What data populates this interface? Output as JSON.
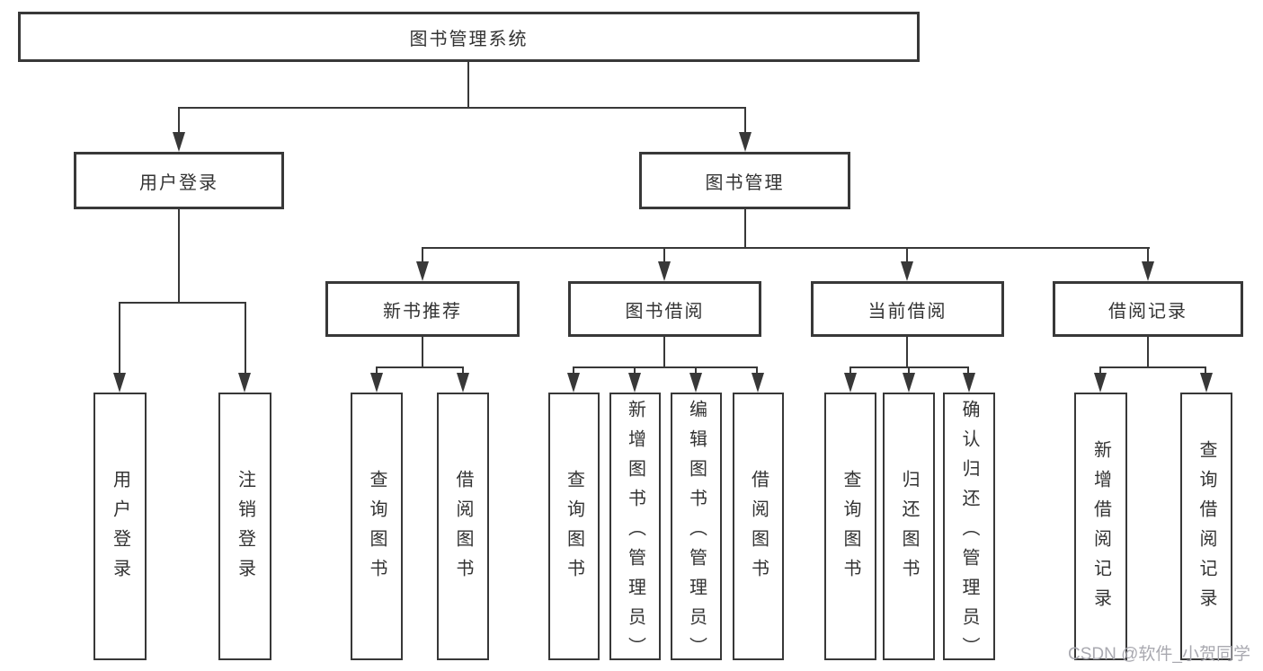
{
  "diagram": {
    "root": {
      "label": "图书管理系统"
    },
    "branches": [
      {
        "label": "用户登录",
        "children": [
          {
            "label": "用户登录"
          },
          {
            "label": "注销登录"
          }
        ]
      },
      {
        "label": "图书管理",
        "children": [
          {
            "label": "新书推荐",
            "children": [
              {
                "label": "查询图书"
              },
              {
                "label": "借阅图书"
              }
            ]
          },
          {
            "label": "图书借阅",
            "children": [
              {
                "label": "查询图书"
              },
              {
                "label": "新增图书（管理员）"
              },
              {
                "label": "编辑图书（管理员）"
              },
              {
                "label": "借阅图书"
              }
            ]
          },
          {
            "label": "当前借阅",
            "children": [
              {
                "label": "查询图书"
              },
              {
                "label": "归还图书"
              },
              {
                "label": "确认归还（管理员）"
              }
            ]
          },
          {
            "label": "借阅记录",
            "children": [
              {
                "label": "新增借阅记录"
              },
              {
                "label": "查询借阅记录"
              }
            ]
          }
        ]
      }
    ]
  },
  "watermark": "CSDN @软件_小贺同学",
  "colors": {
    "line": "#383838",
    "box_border": "#383838",
    "text": "#333333",
    "watermark": "#a9a9b0",
    "background": "#ffffff"
  }
}
